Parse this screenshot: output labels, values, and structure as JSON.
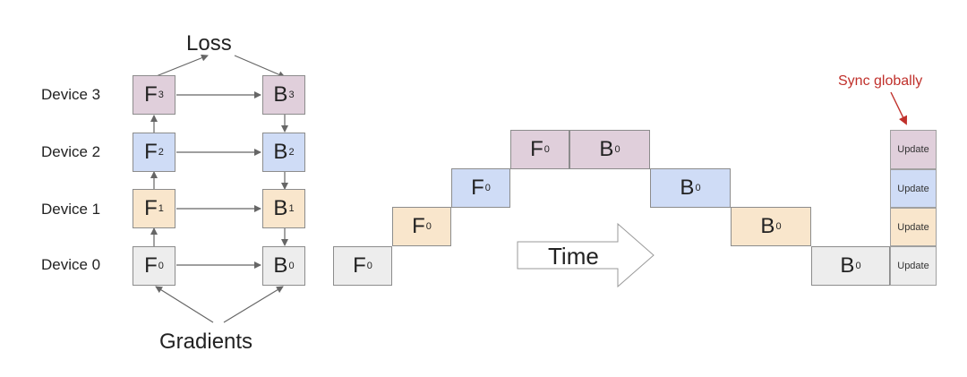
{
  "diagram": {
    "loss_label": "Loss",
    "gradients_label": "Gradients",
    "time_label": "Time",
    "sync_label": "Sync globally",
    "update_label": "Update",
    "devices": [
      {
        "label": "Device 3",
        "forward": "F",
        "forward_sub": "3",
        "backward": "B",
        "backward_sub": "3"
      },
      {
        "label": "Device 2",
        "forward": "F",
        "forward_sub": "2",
        "backward": "B",
        "backward_sub": "2"
      },
      {
        "label": "Device 1",
        "forward": "F",
        "forward_sub": "1",
        "backward": "B",
        "backward_sub": "1"
      },
      {
        "label": "Device 0",
        "forward": "F",
        "forward_sub": "0",
        "backward": "B",
        "backward_sub": "0"
      }
    ],
    "timeline": {
      "forward": "F",
      "backward": "B",
      "sub": "0"
    },
    "colors": {
      "device3": "#e0cfdb",
      "device2": "#cfdcf6",
      "device1": "#f9e6cc",
      "device0": "#ededed",
      "sync_text": "#c0302b",
      "arrow": "#666666"
    }
  }
}
